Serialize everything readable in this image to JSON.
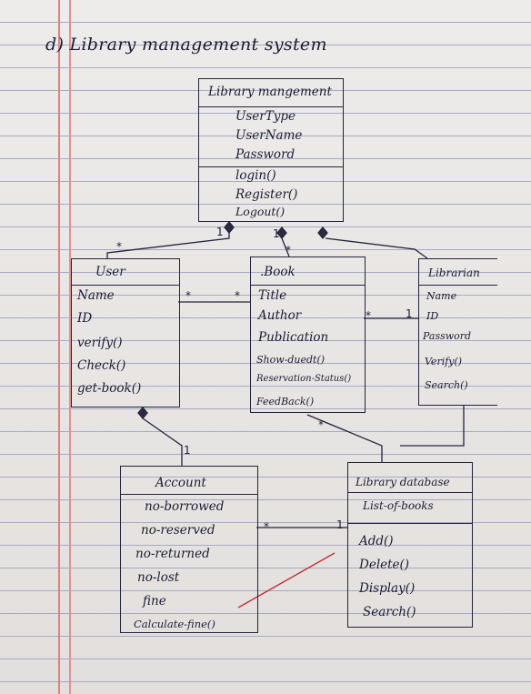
{
  "title": "d) Library management system",
  "classes": {
    "library_management": {
      "name": "Library mangement",
      "attributes": [
        "UserType",
        "UserName",
        "Password"
      ],
      "methods": [
        "login()",
        "Register()",
        "Logout()"
      ]
    },
    "user": {
      "name": "User",
      "attributes": [
        "Name",
        "ID",
        "verify()",
        "Check()",
        "get-book()"
      ]
    },
    "book": {
      "name": ".Book",
      "attributes": [
        "Title",
        "Author",
        "Publication",
        "Show-duedt()",
        "Reservation-Status()",
        "FeedBack()"
      ]
    },
    "librarian": {
      "name": "Librarian",
      "attributes": [
        "Name",
        "ID",
        "Password",
        "Verify()",
        "Search()"
      ]
    },
    "account": {
      "name": "Account",
      "attributes": [
        "no-borrowed",
        "no-reserved",
        "no-returned",
        "no-lost",
        "fine",
        "Calculate-fine()"
      ]
    },
    "library_database": {
      "name": "Library database",
      "attributes": [
        "List-of-books"
      ],
      "methods": [
        "Add()",
        "Delete()",
        "Display()",
        "Search()"
      ]
    }
  },
  "multiplicities": {
    "lm_user": "1",
    "user_lm": "*",
    "lm_book": "1",
    "book_lm": "*",
    "user_book_a": "*",
    "user_book_b": "*",
    "book_librarian_a": "*",
    "book_librarian_b": "1",
    "user_account": "1",
    "book_db": "*",
    "account_db_a": "*",
    "account_db_b": "1"
  },
  "colors": {
    "ink": "#1c1c33",
    "margin": "#e08080",
    "rule": "#a7a9c6",
    "red_stroke": "#c0303a"
  }
}
